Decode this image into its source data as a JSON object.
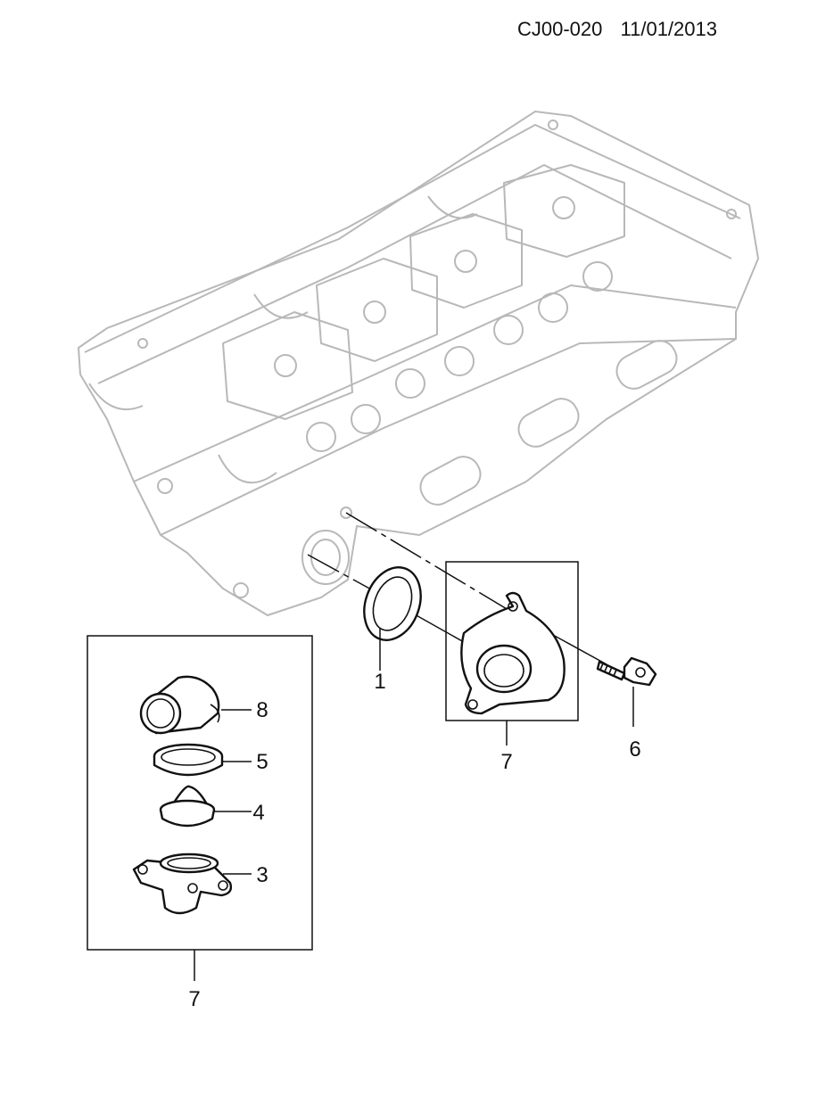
{
  "header": {
    "code": "CJ00-020",
    "date": "11/01/2013"
  },
  "callouts": {
    "c1": "1",
    "c3": "3",
    "c4": "4",
    "c5": "5",
    "c6": "6",
    "c7_detail": "7",
    "c7_inset": "7",
    "c8": "8"
  },
  "colors": {
    "ghost": "#b8b8b8",
    "line": "#111111"
  }
}
